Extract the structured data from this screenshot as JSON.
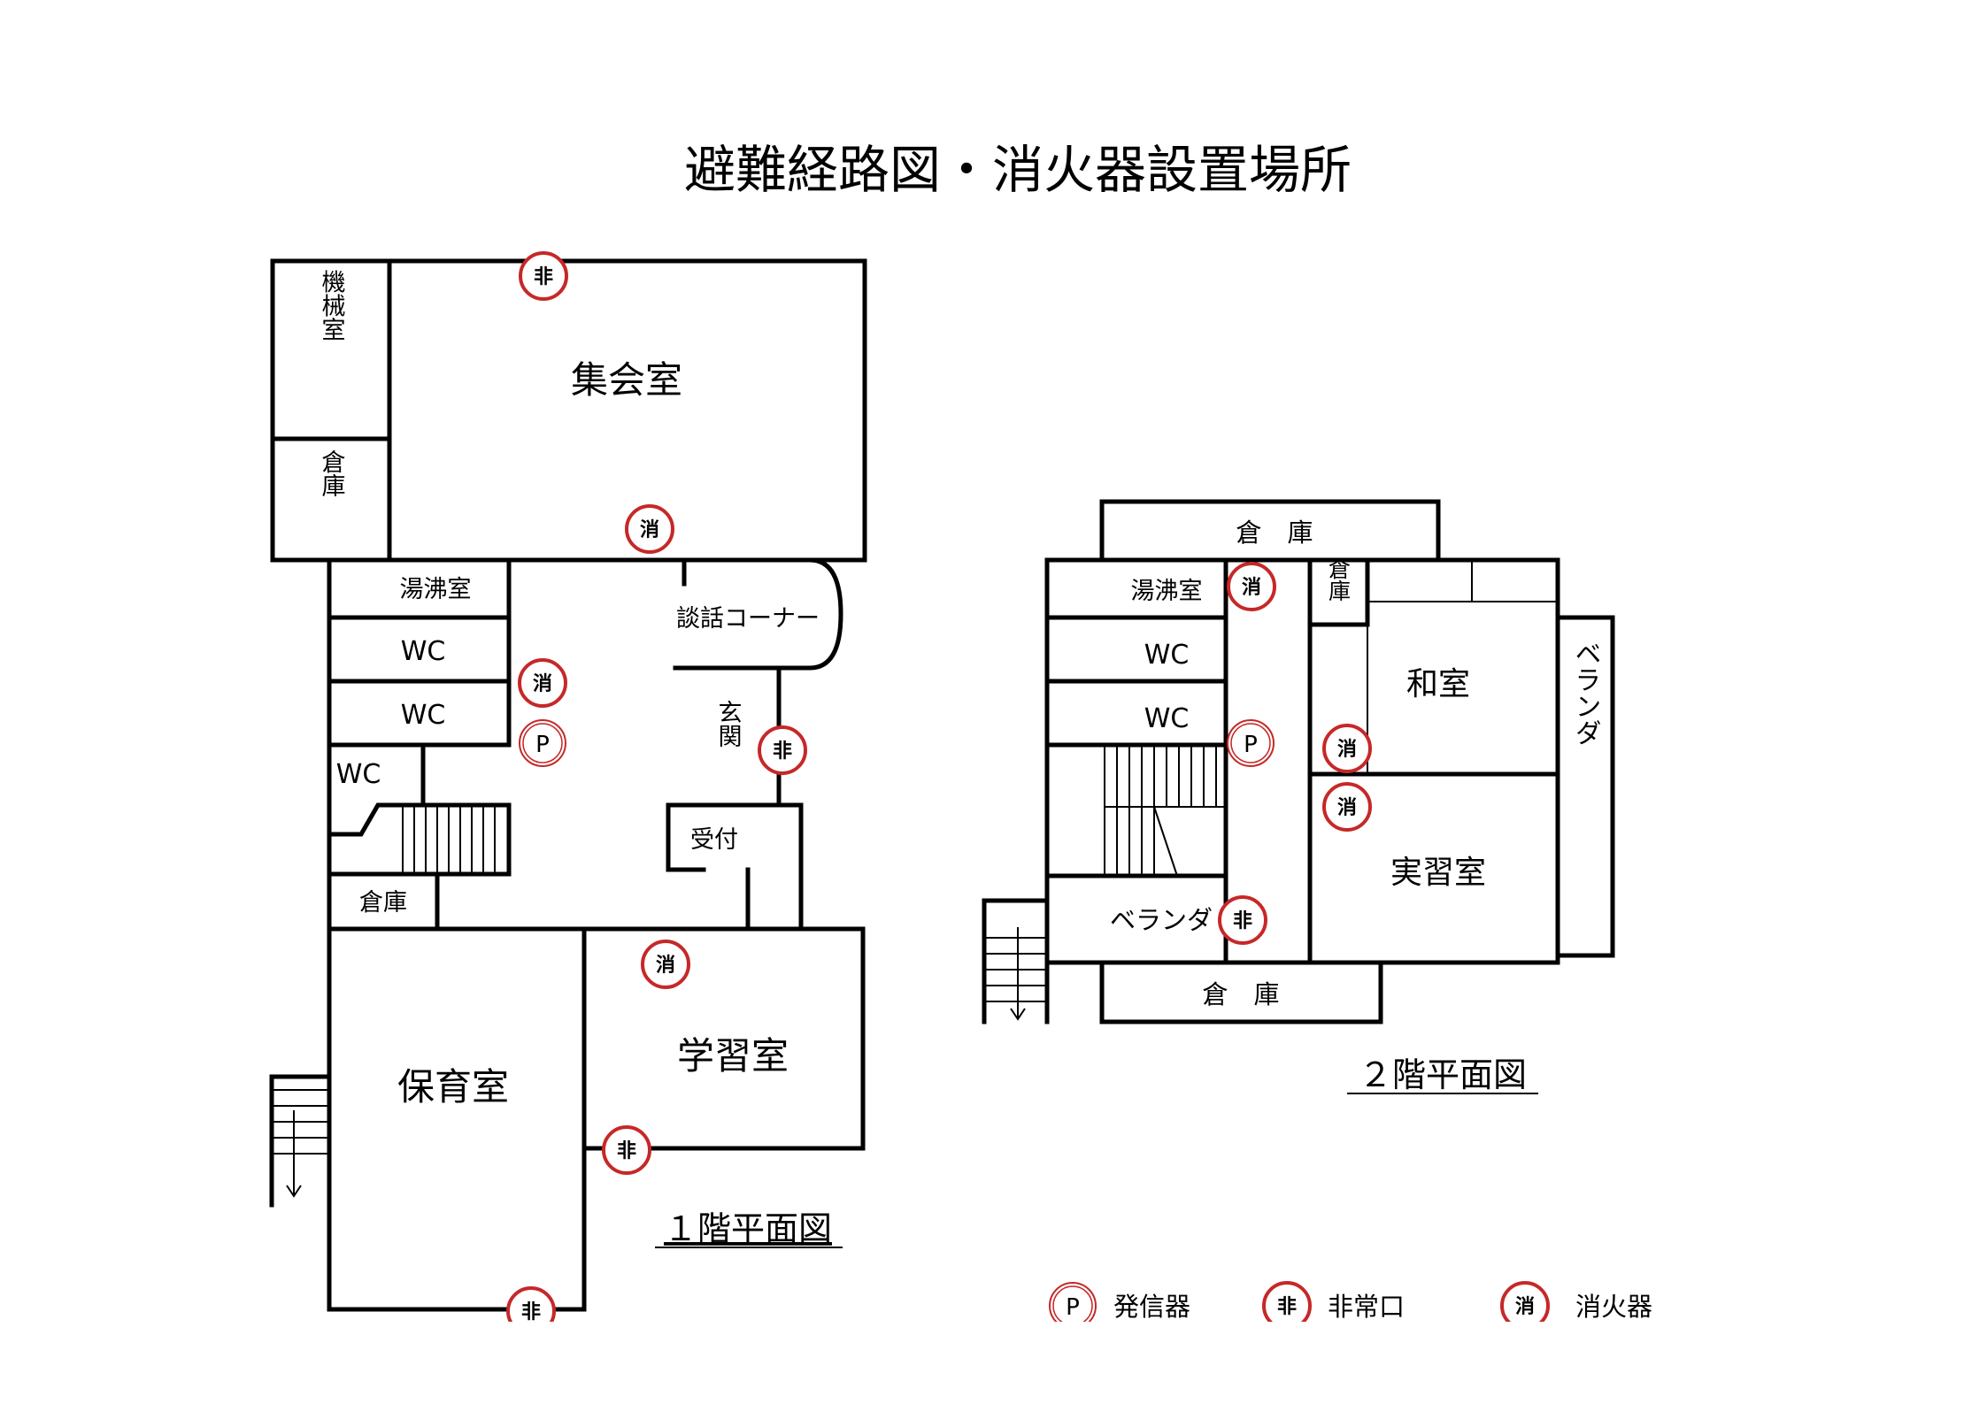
{
  "title": "避難経路図・消火器設置場所",
  "floor1": {
    "caption": "１階平面図",
    "rooms": {
      "machine": "機械室",
      "storage_left": "倉庫",
      "assembly": "集会室",
      "kitchenette": "湯沸室",
      "wc1": "WC",
      "wc2": "WC",
      "wc3": "WC",
      "storage_bottom": "倉庫",
      "lounge": "談話コーナー",
      "entrance": "玄関",
      "reception": "受付",
      "nursery": "保育室",
      "study": "学習室"
    }
  },
  "floor2": {
    "caption": "２階平面図",
    "rooms": {
      "storage_top": "倉　庫",
      "kitchenette": "湯沸室",
      "wc1": "WC",
      "wc2": "WC",
      "storage_small": "倉庫",
      "japanese": "和室",
      "veranda_right": "ベランダ",
      "practice": "実習室",
      "veranda_left": "ベランダ",
      "storage_bottom": "倉　庫"
    }
  },
  "markers": {
    "exit": "非",
    "extinguisher": "消",
    "transmitter": "P"
  },
  "legend": {
    "transmitter": "発信器",
    "exit": "非常口",
    "extinguisher": "消火器"
  },
  "colors": {
    "marker_ring": "#c62828",
    "wall": "#000000"
  }
}
